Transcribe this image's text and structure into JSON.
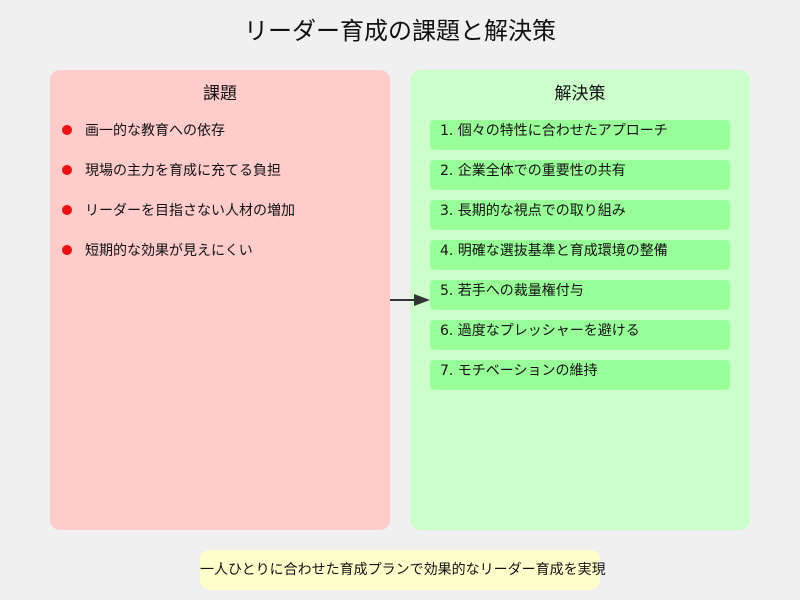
{
  "title": "リーダー育成の課題と解決策",
  "issues": {
    "heading": "課題",
    "items": [
      "画一的な教育への依存",
      "現場の主力を育成に充てる負担",
      "リーダーを目指さない人材の増加",
      "短期的な効果が見えにくい"
    ]
  },
  "solutions": {
    "heading": "解決策",
    "items": [
      "1. 個々の特性に合わせたアプローチ",
      "2. 企業全体での重要性の共有",
      "3. 長期的な視点での取り組み",
      "4. 明確な選抜基準と育成環境の整備",
      "5. 若手への裁量権付与",
      "6. 過度なプレッシャーを避ける",
      "7. モチベーションの維持"
    ]
  },
  "conclusion": "一人ひとりに合わせた育成プランで効果的なリーダー育成を実現",
  "colors": {
    "background": "#f0f0f0",
    "issues_panel": "#ffcccc",
    "solutions_panel": "#ccffcc",
    "solution_item": "#99ff99",
    "bullet": "#ee1111",
    "conclusion_box": "#ffffcc"
  }
}
